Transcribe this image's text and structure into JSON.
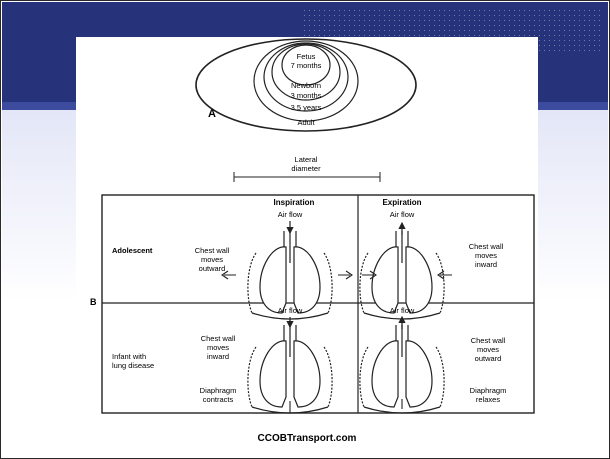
{
  "caption": "CCOBTransport.com",
  "panel_a": {
    "letter": "A",
    "rings": [
      "Fetus",
      "7 months",
      "Newborn",
      "3 months",
      "3.5 years",
      "Adult"
    ],
    "diameter": [
      "Lateral",
      "diameter"
    ]
  },
  "panel_b": {
    "letter": "B",
    "columns": [
      "Inspiration",
      "Expiration"
    ],
    "rows": [
      {
        "label": [
          "Adolescent"
        ]
      },
      {
        "label": [
          "Infant with",
          "lung disease"
        ]
      }
    ],
    "cells": {
      "adolescent_inspiration": {
        "air": "Air flow",
        "chest": [
          "Chest wall",
          "moves",
          "outward"
        ]
      },
      "adolescent_expiration": {
        "air": "Air flow",
        "chest": [
          "Chest wall",
          "moves",
          "inward"
        ]
      },
      "infant_inspiration": {
        "air": "Air flow",
        "chest": [
          "Chest wall",
          "moves",
          "inward"
        ],
        "diaphragm": [
          "Diaphragm",
          "contracts"
        ]
      },
      "infant_expiration": {
        "air": "Air flow",
        "chest": [
          "Chest wall",
          "moves",
          "outward"
        ],
        "diaphragm": [
          "Diaphragm",
          "relaxes"
        ]
      }
    }
  }
}
